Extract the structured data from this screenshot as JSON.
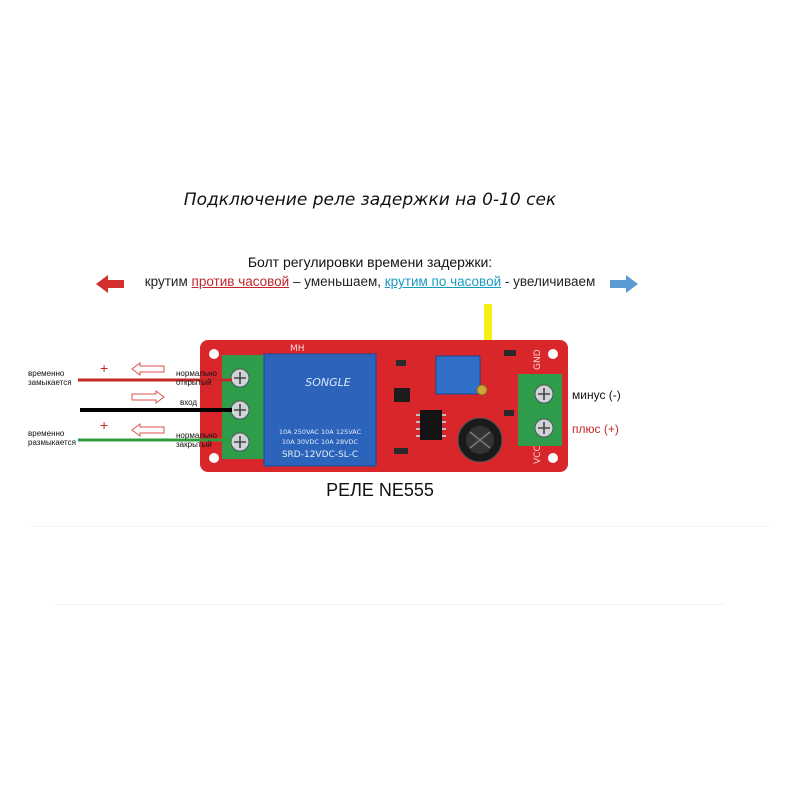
{
  "title": "Подключение реле задержки на 0-10 сек",
  "adjust": {
    "heading": "Болт регулировки времени задержки:",
    "part1": "крутим",
    "ccw": "против часовой",
    "part2": "– уменьшаем,",
    "cw": "крутим по часовой",
    "part3": "- увеличиваем"
  },
  "left_labels": {
    "close_line1": "временно",
    "close_line2": "замыкается",
    "open_line1": "временно",
    "open_line2": "размыкается",
    "plus_top": "+",
    "plus_bottom": "+",
    "no_line1": "нормально",
    "no_line2": "открытый",
    "com": "вход",
    "nc_line1": "нормально",
    "nc_line2": "закрытый"
  },
  "board": {
    "relay_brand": "SONGLE",
    "relay_rating1": "10A 250VAC  10A 125VAC",
    "relay_rating2": "10A  30VDC  10A  28VDC",
    "relay_model": "SRD-12VDC-SL-C",
    "silk_mh": "MH",
    "silk_gnd": "GND",
    "silk_vcc": "VCC",
    "caption": "РЕЛЕ NE555"
  },
  "power": {
    "minus": "минус (-)",
    "plus": "плюс (+)"
  },
  "colors": {
    "board_red": "#d8262b",
    "terminal_green": "#2e9c4b",
    "relay_blue": "#2c64bb",
    "arrow_left_red": "#d32f2f",
    "arrow_right_blue": "#5b9bd5",
    "pointer_yellow": "#f5ef15",
    "wire_red": "#c62828",
    "wire_black": "#000000",
    "wire_green": "#2e9c3b"
  }
}
